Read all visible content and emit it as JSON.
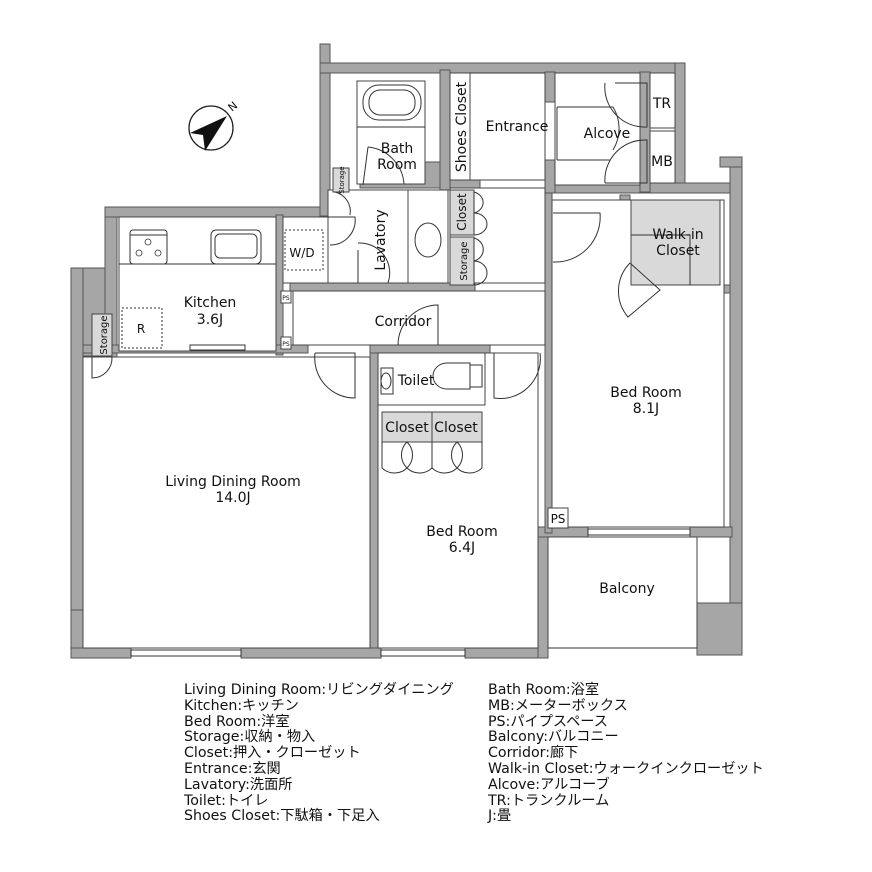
{
  "floorplan": {
    "rooms": {
      "bath_room": {
        "line1": "Bath",
        "line2": "Room"
      },
      "shoes_closet": "Shoes Closet",
      "entrance": "Entrance",
      "alcove": "Alcove",
      "tr": "TR",
      "mb": "MB",
      "storage_small": "Storage",
      "wd": "W/D",
      "lavatory": "Lavatory",
      "closet_hall": "Closet",
      "storage_hall": "Storage",
      "walk_in_closet": {
        "line1": "Walk-in",
        "line2": "Closet"
      },
      "kitchen": {
        "name": "Kitchen",
        "size": "3.6J"
      },
      "refrigerator": "R",
      "storage_ldk": "Storage",
      "ps_top": "PS",
      "ps_bottom": "PS",
      "corridor": "Corridor",
      "toilet": "Toilet",
      "closet_left": "Closet",
      "closet_right": "Closet",
      "living_dining": {
        "name": "Living Dining Room",
        "size": "14.0J"
      },
      "bed_room_small": {
        "name": "Bed Room",
        "size": "6.4J"
      },
      "bed_room_large": {
        "name": "Bed Room",
        "size": "8.1J"
      },
      "ps_bed": "PS",
      "balcony": "Balcony"
    },
    "compass": {
      "label": "N"
    },
    "colors": {
      "wall": "#a6a6a6",
      "storage_fill": "#d9d9d9",
      "line": "#333333"
    }
  },
  "legend": {
    "left": [
      "Living Dining Room:リビングダイニング",
      "Kitchen:キッチン",
      "Bed Room:洋室",
      "Storage:収納・物入",
      "Closet:押入・クローゼット",
      "Entrance:玄関",
      "Lavatory:洗面所",
      "Toilet:トイレ",
      "Shoes Closet:下駄箱・下足入"
    ],
    "right": [
      "Bath Room:浴室",
      "MB:メーターボックス",
      "PS:パイプスペース",
      "Balcony:バルコニー",
      "Corridor:廊下",
      "Walk-in Closet:ウォークインクローゼット",
      "Alcove:アルコーブ",
      "TR:トランクルーム",
      "J:畳"
    ]
  }
}
